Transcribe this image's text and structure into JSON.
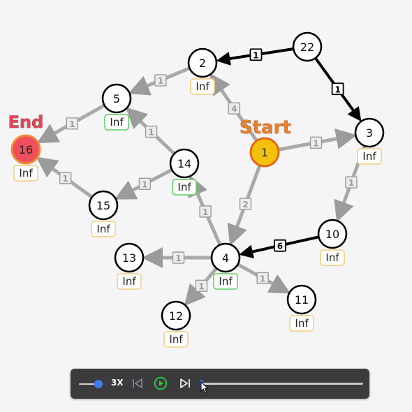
{
  "graph": {
    "start_label": "Start",
    "end_label": "End",
    "start_node": "1",
    "end_node": "16",
    "nodes": [
      {
        "id": "22",
        "distance": ""
      },
      {
        "id": "2",
        "distance": "Inf"
      },
      {
        "id": "3",
        "distance": "Inf"
      },
      {
        "id": "1",
        "distance": ""
      },
      {
        "id": "5",
        "distance": "Inf"
      },
      {
        "id": "16",
        "distance": "Inf"
      },
      {
        "id": "14",
        "distance": "Inf"
      },
      {
        "id": "15",
        "distance": "Inf"
      },
      {
        "id": "10",
        "distance": "Inf"
      },
      {
        "id": "4",
        "distance": "Inf"
      },
      {
        "id": "13",
        "distance": "Inf"
      },
      {
        "id": "11",
        "distance": "Inf"
      },
      {
        "id": "12",
        "distance": "Inf"
      }
    ],
    "edges": [
      {
        "from": "22",
        "to": "2",
        "weight": "1",
        "state": "highlighted"
      },
      {
        "from": "22",
        "to": "3",
        "weight": "1",
        "state": "highlighted"
      },
      {
        "from": "10",
        "to": "4",
        "weight": "6",
        "state": "highlighted"
      },
      {
        "from": "1",
        "to": "2",
        "weight": "4",
        "state": "normal"
      },
      {
        "from": "1",
        "to": "3",
        "weight": "1",
        "state": "normal"
      },
      {
        "from": "1",
        "to": "4",
        "weight": "2",
        "state": "normal"
      },
      {
        "from": "2",
        "to": "5",
        "weight": "1",
        "state": "normal"
      },
      {
        "from": "5",
        "to": "16",
        "weight": "1",
        "state": "normal"
      },
      {
        "from": "14",
        "to": "5",
        "weight": "1",
        "state": "normal"
      },
      {
        "from": "14",
        "to": "15",
        "weight": "1",
        "state": "normal"
      },
      {
        "from": "15",
        "to": "16",
        "weight": "1",
        "state": "normal"
      },
      {
        "from": "3",
        "to": "10",
        "weight": "1",
        "state": "normal"
      },
      {
        "from": "4",
        "to": "14",
        "weight": "1",
        "state": "normal"
      },
      {
        "from": "4",
        "to": "13",
        "weight": "1",
        "state": "normal"
      },
      {
        "from": "4",
        "to": "12",
        "weight": "1",
        "state": "normal"
      },
      {
        "from": "4",
        "to": "11",
        "weight": "1",
        "state": "normal"
      }
    ],
    "distance_box_colors": {
      "visited": "#5ccf5c",
      "unvisited": "#f2cf7a"
    },
    "visited_nodes": [
      "5",
      "14",
      "4"
    ],
    "colors": {
      "start_fill": "#f4c20d",
      "start_border": "#e8641a",
      "start_label": "#e8802e",
      "end_fill": "#ef4f5c",
      "end_border": "#f08a34",
      "end_label": "#e04859",
      "edge_normal": "#9b9b9b",
      "edge_highlight": "#000000"
    }
  },
  "player": {
    "speed_label": "3X",
    "progress": 0.0,
    "accent_color": "#3d7cf3",
    "play_color": "#2ecc40"
  }
}
